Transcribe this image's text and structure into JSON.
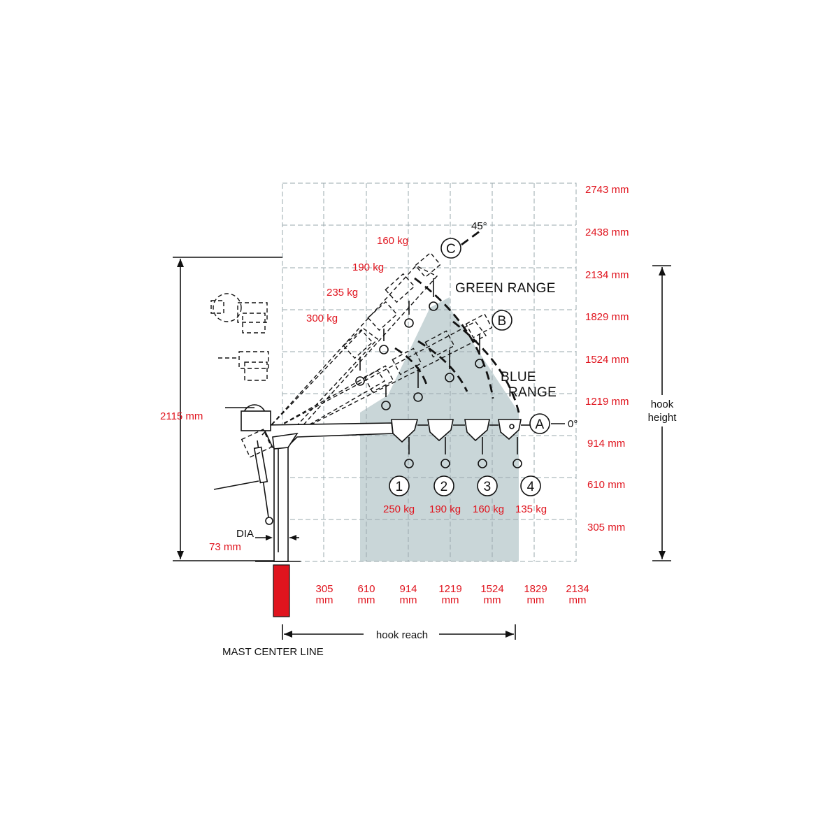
{
  "height_labels": [
    "2743 mm",
    "2438 mm",
    "2134 mm",
    "1829 mm",
    "1524 mm",
    "1219 mm",
    "914 mm",
    "610 mm",
    "305 mm"
  ],
  "reach_labels": [
    {
      "value": "305",
      "unit": "mm"
    },
    {
      "value": "610",
      "unit": "mm"
    },
    {
      "value": "914",
      "unit": "mm"
    },
    {
      "value": "1219",
      "unit": "mm"
    },
    {
      "value": "1524",
      "unit": "mm"
    },
    {
      "value": "1829",
      "unit": "mm"
    },
    {
      "value": "2134",
      "unit": "mm"
    }
  ],
  "range_labels": {
    "green": "GREEN RANGE",
    "blue_line1": "BLUE",
    "blue_line2": "RANGE"
  },
  "positions": {
    "A": "A",
    "A_angle": "0°",
    "B": "B",
    "C": "C",
    "C_angle": "45°"
  },
  "horizontal_loads": [
    {
      "num": "1",
      "load": "250 kg"
    },
    {
      "num": "2",
      "load": "190 kg"
    },
    {
      "num": "3",
      "load": "160 kg"
    },
    {
      "num": "4",
      "load": "135 kg"
    }
  ],
  "angled_loads": [
    "160 kg",
    "190 kg",
    "235 kg",
    "300 kg"
  ],
  "dimensions": {
    "overall_height": "2115 mm",
    "dia_label": "DIA",
    "dia_value": "73 mm",
    "hook_height_line1": "hook",
    "hook_height_line2": "height",
    "hook_reach": "hook reach",
    "mast_center_line": "MAST CENTER LINE"
  },
  "colors": {
    "dimension_text": "#e0141e",
    "mast": "#e0141e",
    "range_fill": "#c9d6d8",
    "grid": "#9aa8ae"
  }
}
